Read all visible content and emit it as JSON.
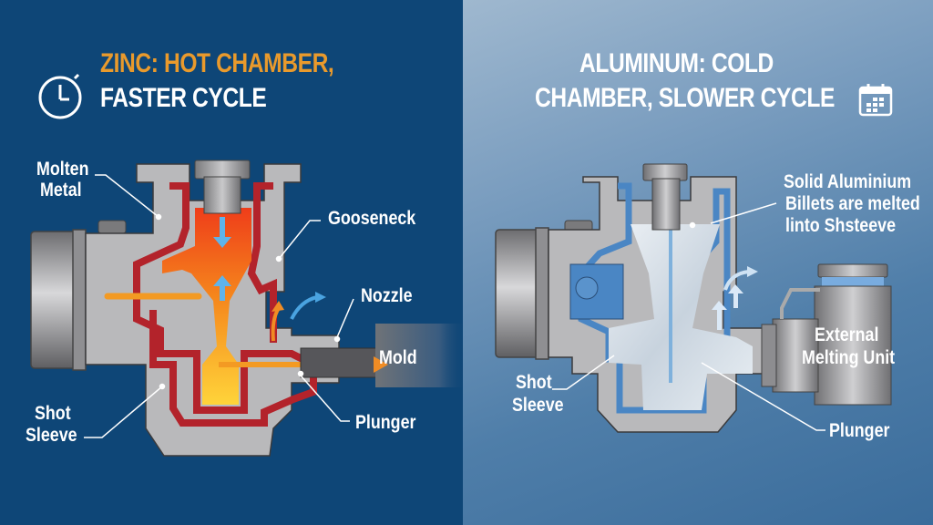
{
  "left_panel": {
    "title_line1": "ZINC: HOT CHAMBER,",
    "title_line2": "FASTER CYCLE",
    "title_icon": "stopwatch-icon",
    "background": "#0e4677",
    "accent_title_color": "#e99a2c",
    "labels": {
      "molten_metal_1": "Molten",
      "molten_metal_2": "Metal",
      "gooseneck": "Gooseneck",
      "nozzle": "Nozzle",
      "mold": "Mold",
      "shot_sleeve_1": "Shot",
      "shot_sleeve_2": "Sleeve",
      "plunger": "Plunger"
    },
    "colors": {
      "molten": "#f07a1c",
      "crucible_wall": "#b3232b",
      "steel": "#b9b9bb",
      "flow_arrow": "#4aa3e0"
    }
  },
  "right_panel": {
    "title_line1": "ALUMINUM: COLD",
    "title_line2": "CHAMBER, SLOWER CYCLE",
    "title_icon": "calendar-icon",
    "background": "#4f7ea9",
    "labels": {
      "billets_1": "Solid Aluminium",
      "billets_2": "Billets are melted",
      "billets_3": "linto Shsteeve",
      "external_1": "External",
      "external_2": "Melting Unit",
      "shot_sleeve_1": "Shot",
      "shot_sleeve_2": "Sleeve",
      "plunger": "Plunger"
    },
    "colors": {
      "chamber_wall": "#4a86c4",
      "aluminum": "#dde6ee",
      "steel": "#b9b9bb"
    }
  }
}
